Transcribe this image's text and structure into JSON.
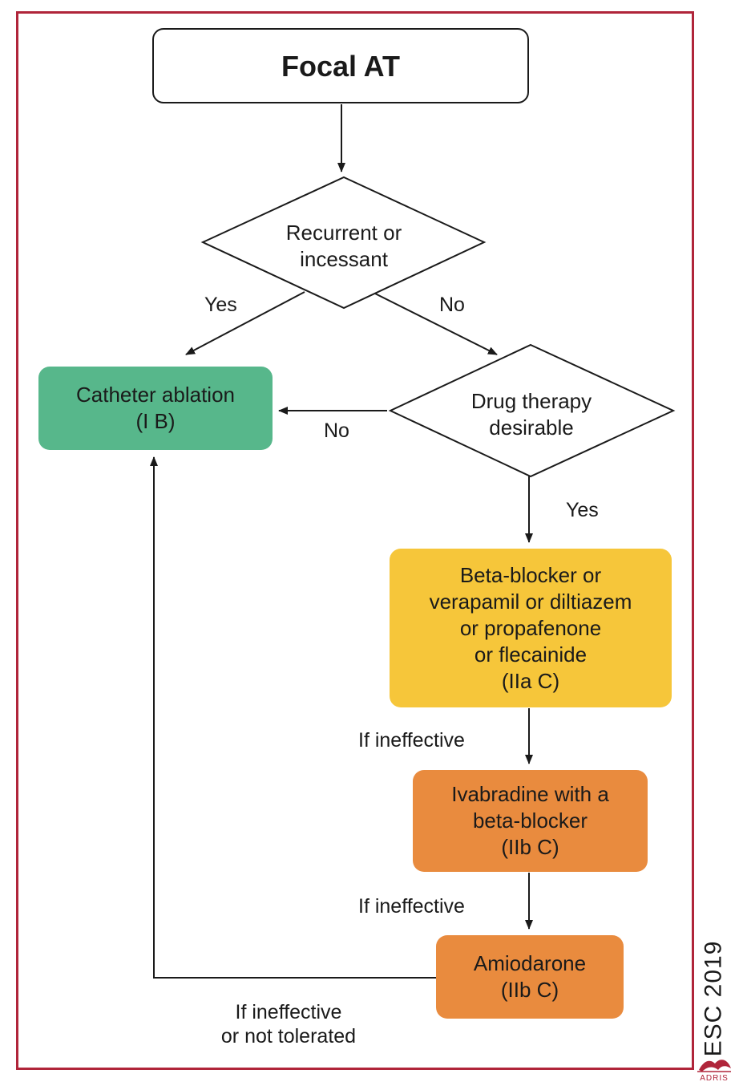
{
  "nodes": {
    "start": "Focal AT",
    "decision1": [
      "Recurrent or",
      "incessant"
    ],
    "decision2": [
      "Drug therapy",
      "desirable"
    ],
    "catheter": [
      "Catheter ablation",
      "(I B)"
    ],
    "drugs": [
      "Beta-blocker or",
      "verapamil or diltiazem",
      "or propafenone",
      "or flecainide",
      "(IIa C)"
    ],
    "ivabradine": [
      "Ivabradine with a",
      "beta-blocker",
      "(IIb C)"
    ],
    "amiodarone": [
      "Amiodarone",
      "(IIb C)"
    ]
  },
  "edge_labels": {
    "yes_1": "Yes",
    "no_1": "No",
    "no_2": "No",
    "yes_2": "Yes",
    "if_ineffective_1": "If ineffective",
    "if_ineffective_2": "If ineffective",
    "if_ineffective_not_tolerated": [
      "If ineffective",
      "or not tolerated"
    ]
  },
  "watermark": "ESC 2019",
  "logo_text": "ADRIS",
  "colors": {
    "frame": "#b0253a",
    "catheter_fill": "#57b78b",
    "drug_fill": "#f6c63a",
    "second_line_fill": "#e98b3e"
  }
}
